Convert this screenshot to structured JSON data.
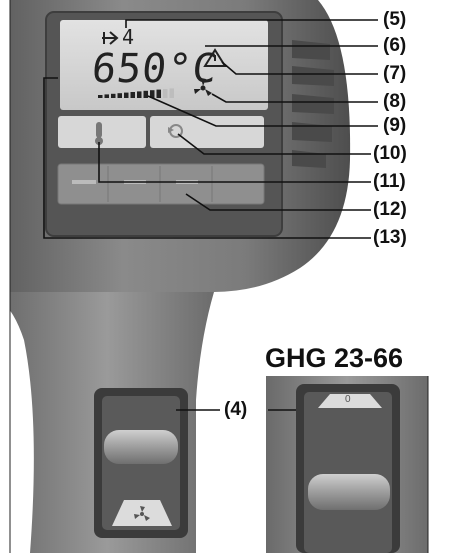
{
  "model_title": "GHG 23-66",
  "display": {
    "temperature": "650°C",
    "air_level": "4",
    "bar_level": 0.85
  },
  "callouts": [
    "(4)",
    "(5)",
    "(6)",
    "(7)",
    "(8)",
    "(9)",
    "(10)",
    "(11)",
    "(12)",
    "(13)"
  ],
  "switch_markings": {
    "right_top": "0"
  }
}
